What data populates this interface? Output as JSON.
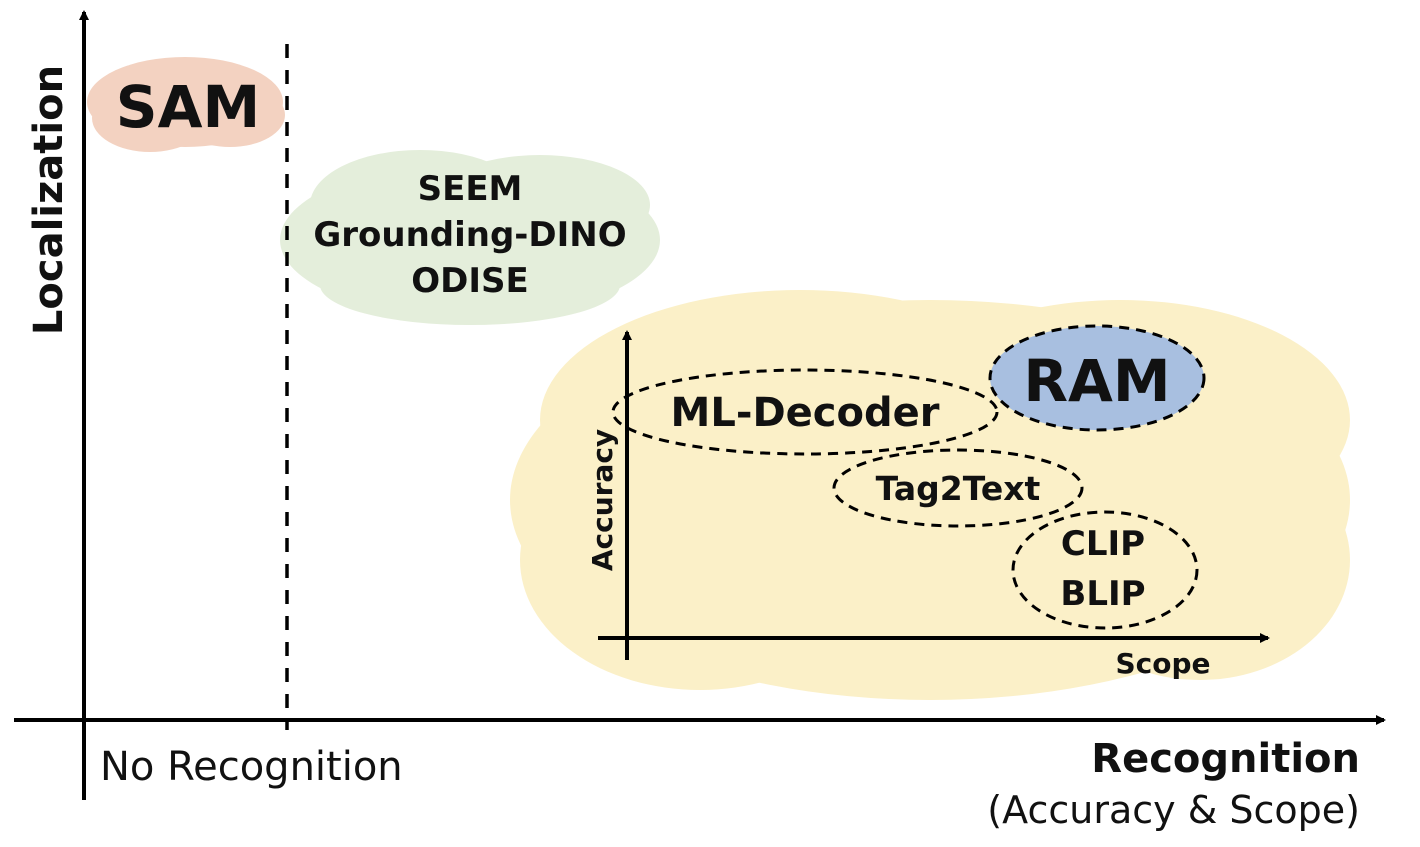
{
  "axes": {
    "y_label": "Localization",
    "x_label": "Recognition",
    "x_sublabel": "(Accuracy & Scope)",
    "no_recognition_label": "No Recognition"
  },
  "clouds": {
    "sam": {
      "label": "SAM",
      "color": "#f3d2c1"
    },
    "seg": {
      "lines": [
        "SEEM",
        "Grounding-DINO",
        "ODISE"
      ],
      "color": "#e4eedb"
    },
    "big": {
      "color": "#fbf0c8"
    }
  },
  "inset": {
    "y_label": "Accuracy",
    "x_label": "Scope",
    "ram": {
      "label": "RAM",
      "color": "#a8bfe0"
    },
    "ml_decoder": {
      "label": "ML-Decoder"
    },
    "tag2text": {
      "label": "Tag2Text"
    },
    "clip_blip": {
      "lines": [
        "CLIP",
        "BLIP"
      ]
    }
  },
  "colors": {
    "axis": "#000000"
  }
}
